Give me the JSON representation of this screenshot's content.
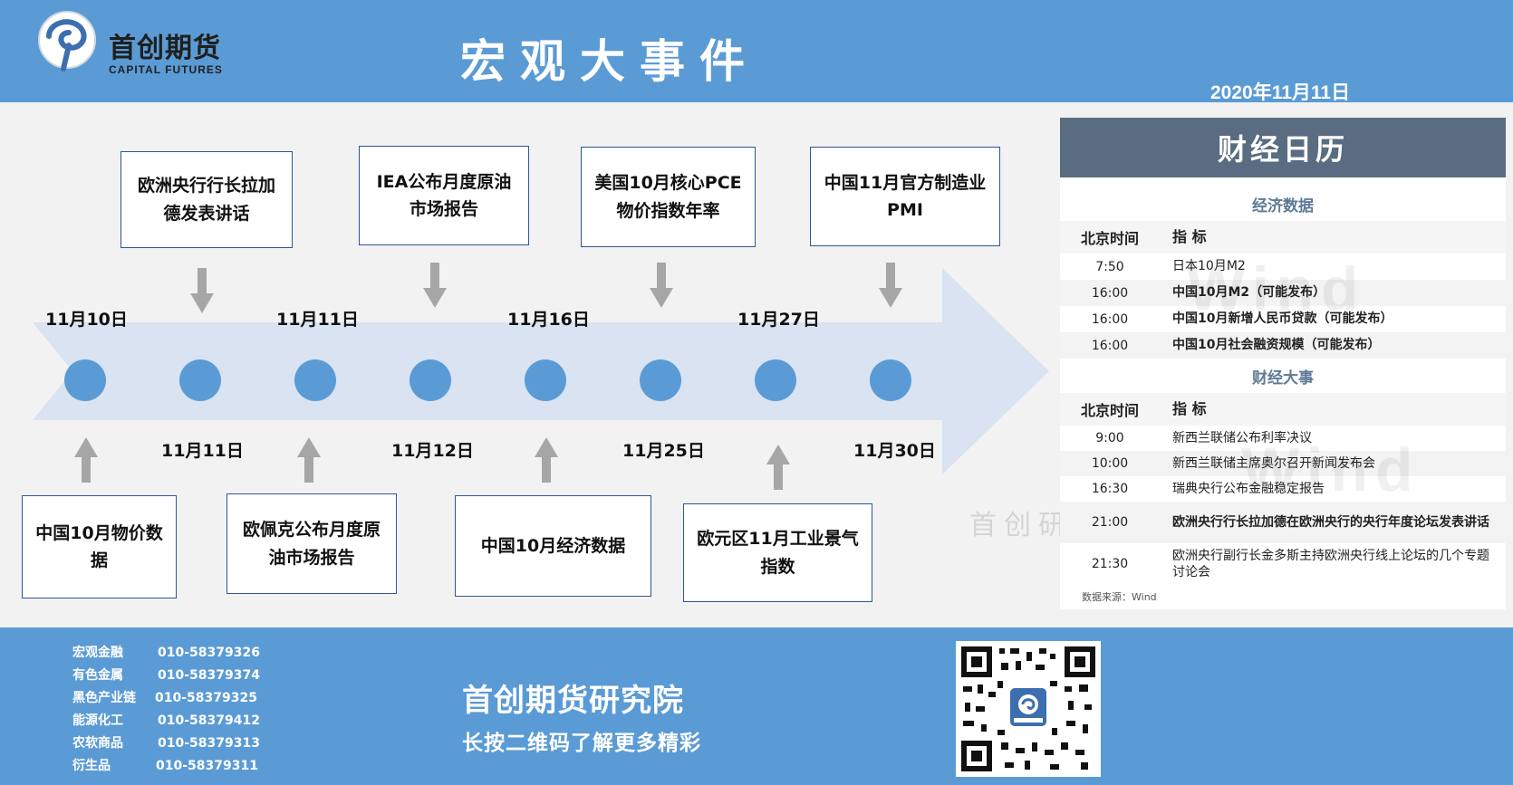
{
  "header": {
    "brand_cn": "首创期货",
    "brand_en": "CAPITAL FUTURES",
    "title": "宏观大事件",
    "date": "2020年11月11日"
  },
  "timeline": {
    "top_events": [
      {
        "text": "欧洲央行行长拉加德发表讲话"
      },
      {
        "text": "IEA公布月度原油市场报告"
      },
      {
        "text": "美国10月核心PCE物价指数年率"
      },
      {
        "text": "中国11月官方制造业PMI"
      }
    ],
    "top_dates": [
      "11月10日",
      "11月11日",
      "11月16日",
      "11月27日"
    ],
    "bottom_dates": [
      "11月11日",
      "11月12日",
      "11月25日",
      "11月30日"
    ],
    "bottom_events": [
      {
        "text": "中国10月物价数据"
      },
      {
        "text": "欧佩克公布月度原油市场报告"
      },
      {
        "text": "中国10月经济数据"
      },
      {
        "text": "欧元区11月工业景气指数"
      }
    ]
  },
  "calendar": {
    "title": "财经日历",
    "sections": [
      {
        "name": "经济数据",
        "col_time": "北京时间",
        "col_indicator": "指 标",
        "rows": [
          {
            "time": "7:50",
            "indicator": "日本10月M2",
            "bold": false
          },
          {
            "time": "16:00",
            "indicator": "中国10月M2（可能发布）",
            "bold": true
          },
          {
            "time": "16:00",
            "indicator": "中国10月新增人民币贷款（可能发布）",
            "bold": true
          },
          {
            "time": "16:00",
            "indicator": "中国10月社会融资规模（可能发布）",
            "bold": true
          }
        ]
      },
      {
        "name": "财经大事",
        "col_time": "北京时间",
        "col_indicator": "指 标",
        "rows": [
          {
            "time": "9:00",
            "indicator": "新西兰联储公布利率决议",
            "bold": false
          },
          {
            "time": "10:00",
            "indicator": "新西兰联储主席奥尔召开新闻发布会",
            "bold": false
          },
          {
            "time": "16:30",
            "indicator": "瑞典央行公布金融稳定报告",
            "bold": false
          },
          {
            "time": "21:00",
            "indicator": "欧洲央行行长拉加德在欧洲央行的央行年度论坛发表讲话",
            "bold": true
          },
          {
            "time": "21:30",
            "indicator": "欧洲央行副行长金多斯主持欧洲央行线上论坛的几个专题讨论会",
            "bold": false
          }
        ]
      }
    ],
    "source": "数据来源：Wind",
    "watermark": "Wind",
    "watermark_cn": "首创研"
  },
  "footer": {
    "contacts": [
      {
        "name": "宏观金融",
        "phone": "010-58379326"
      },
      {
        "name": "有色金属",
        "phone": "010-58379374"
      },
      {
        "name": "黑色产业链",
        "phone": "010-58379325"
      },
      {
        "name": "能源化工",
        "phone": "010-58379412"
      },
      {
        "name": "农软商品",
        "phone": "010-58379313"
      },
      {
        "name": "衍生品",
        "phone": "010-58379311"
      }
    ],
    "title": "首创期货研究院",
    "subtitle": "长按二维码了解更多精彩"
  },
  "colors": {
    "header_blue": "#5b9bd5",
    "arrow_fill": "#d9e3f1",
    "node_blue": "#5b9bd5",
    "calendar_header": "#596c81"
  }
}
